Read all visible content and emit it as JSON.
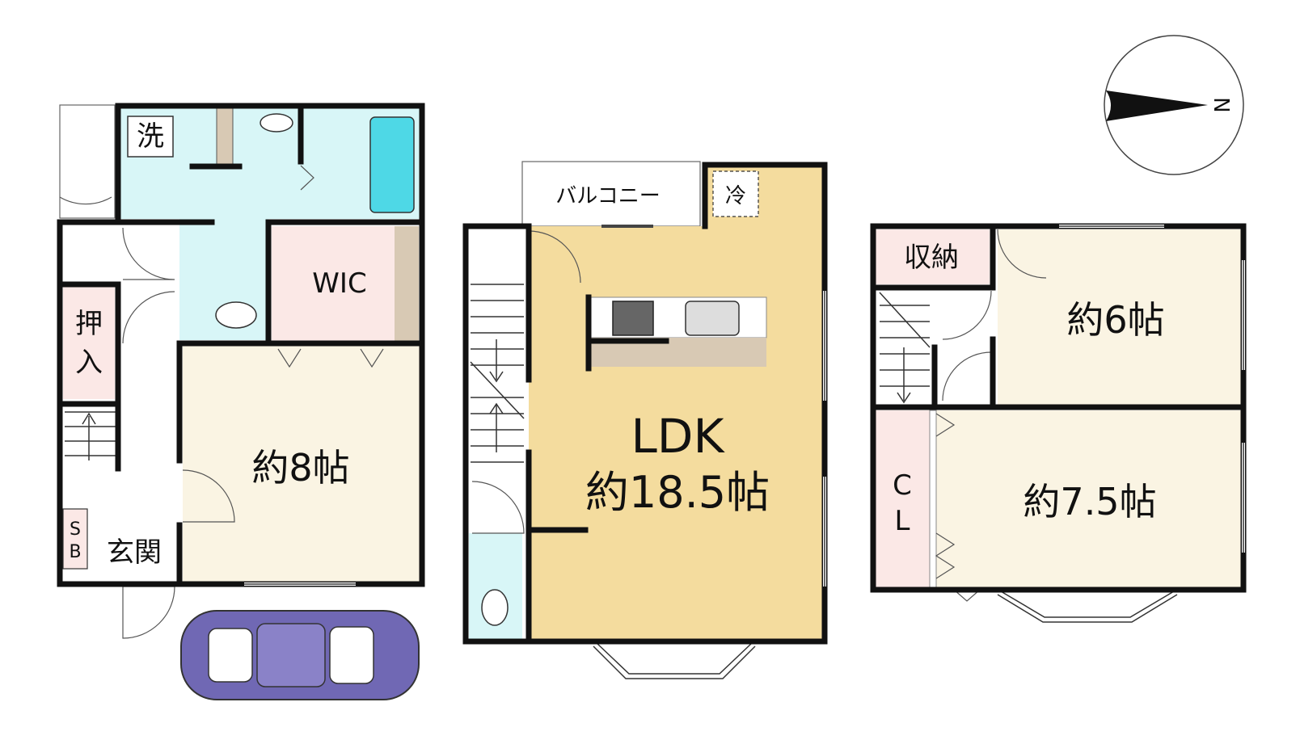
{
  "colors": {
    "wet_area": "#d8f6f7",
    "bath_tub": "#4ed8e6",
    "room_beige": "#faf4e3",
    "ldk_floor": "#f4dc9e",
    "closet_pink": "#fbe8e6",
    "counter": "#d8c9b4",
    "car_body": "#7068b4",
    "wall": "#111111"
  },
  "floor1": {
    "wash_label": "洗",
    "wic_label": "WIC",
    "oshiire_label": "押\n入",
    "oshiire_top": "押",
    "oshiire_bottom": "入",
    "room_label": "約8帖",
    "shoebox_top": "S",
    "shoebox_bottom": "B",
    "entrance_label": "玄関"
  },
  "floor2": {
    "balcony_label": "バルコニー",
    "fridge_label": "冷",
    "ldk_label_line1": "LDK",
    "ldk_label_line2": "約18.5帖"
  },
  "floor3": {
    "storage_label": "収納",
    "room6_label": "約6帖",
    "room75_label": "約7.5帖",
    "closet_top": "C",
    "closet_bottom": "L"
  },
  "compass": {
    "north_label": "N",
    "icon": "compass-icon"
  },
  "icons": {
    "car": "car-icon",
    "stove": "stove-icon",
    "sink": "sink-icon",
    "toilet": "toilet-icon",
    "bathtub": "bathtub-icon"
  }
}
